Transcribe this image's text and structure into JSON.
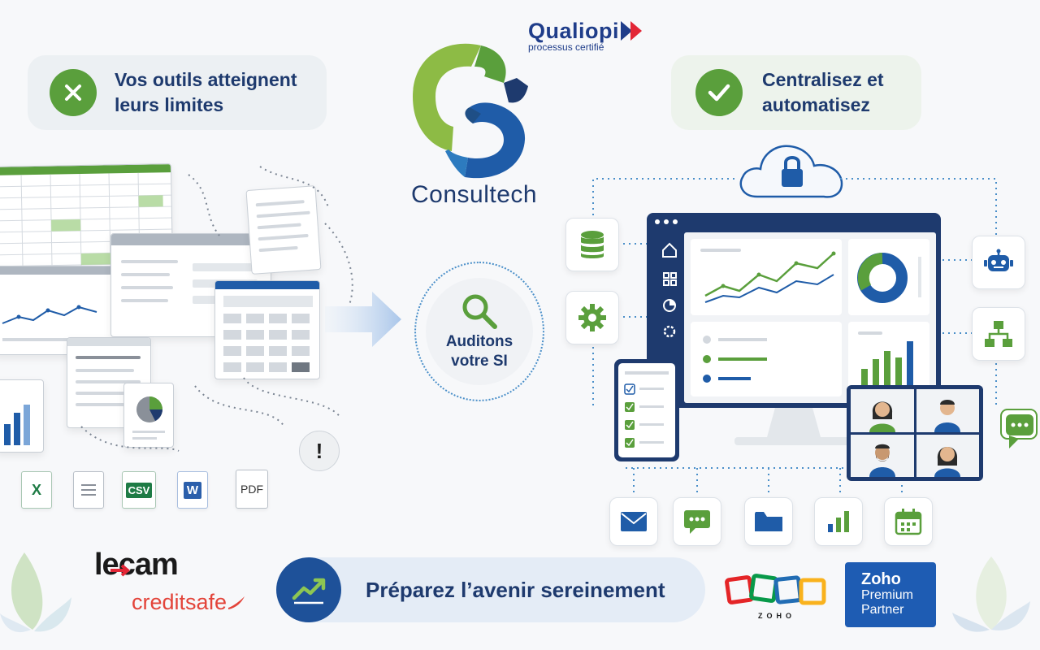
{
  "left_pill": {
    "text_line1": "Vos outils atteignent",
    "text_line2": "leurs limites",
    "icon": "x-icon",
    "color": "#5a9f3c"
  },
  "right_pill": {
    "text_line1": "Centralisez et",
    "text_line2": "automatisez",
    "icon": "check-icon",
    "color": "#5a9f3c"
  },
  "qualiopi": {
    "name": "Qualiopi",
    "subtitle": "processus certifié"
  },
  "consultech": {
    "name": "Consultech"
  },
  "audit": {
    "line1": "Auditons",
    "line2": "votre SI",
    "icon": "search-icon"
  },
  "file_types": [
    {
      "label": "X",
      "icon": "excel-icon",
      "color": "#1e7b45"
    },
    {
      "label": "",
      "icon": "document-icon",
      "color": "#8a9099"
    },
    {
      "label": "CSV",
      "icon": "csv-icon",
      "color": "#1e7b45"
    },
    {
      "label": "W",
      "icon": "word-icon",
      "color": "#2b5fab"
    },
    {
      "label": "PDF",
      "icon": "pdf-icon",
      "color": "#333333"
    }
  ],
  "warning_icon": "!",
  "bottom_pill": {
    "text": "Préparez l’avenir sereinement",
    "icon": "trend-up-icon"
  },
  "partners": {
    "lecam": "lecam",
    "creditsafe": "creditsafe",
    "zoho_brand": "ZOHO",
    "zoho_badge_line1": "Zoho",
    "zoho_badge_line2": "Premium",
    "zoho_badge_line3": "Partner"
  },
  "colors": {
    "navy": "#1e3a6e",
    "green": "#5a9f3c",
    "blue": "#1f5ca8"
  }
}
